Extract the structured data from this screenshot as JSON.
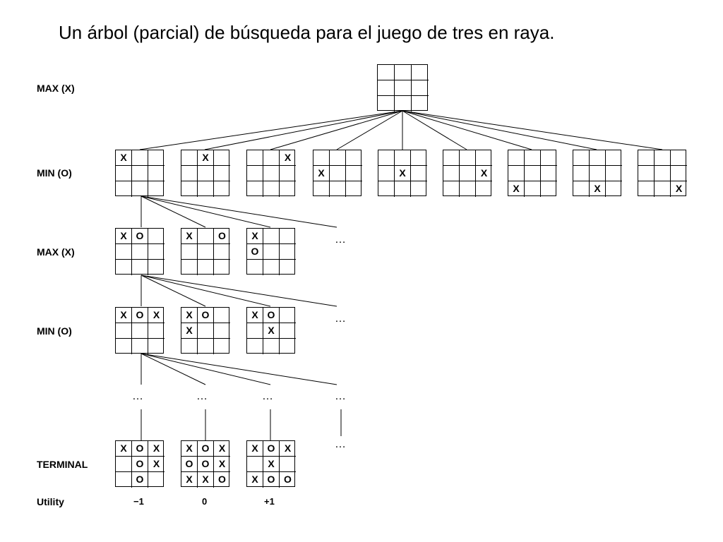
{
  "title": "Un árbol (parcial) de búsqueda para el juego de tres en raya.",
  "levels": [
    "MAX (X)",
    "MIN (O)",
    "MAX (X)",
    "MIN (O)",
    "TERMINAL",
    "Utility"
  ],
  "ellipsis": "…",
  "utilities": [
    "−1",
    "0",
    "+1"
  ],
  "boards": {
    "root": [
      "",
      "",
      "",
      "",
      "",
      "",
      "",
      "",
      ""
    ],
    "min1": [
      [
        "X",
        "",
        "",
        "",
        "",
        "",
        "",
        "",
        ""
      ],
      [
        "",
        "X",
        "",
        "",
        "",
        "",
        "",
        "",
        ""
      ],
      [
        "",
        "",
        "X",
        "",
        "",
        "",
        "",
        "",
        ""
      ],
      [
        "",
        "",
        "",
        "X",
        "",
        "",
        "",
        "",
        ""
      ],
      [
        "",
        "",
        "",
        "",
        "X",
        "",
        "",
        "",
        ""
      ],
      [
        "",
        "",
        "",
        "",
        "",
        "X",
        "",
        "",
        ""
      ],
      [
        "",
        "",
        "",
        "",
        "",
        "",
        "X",
        "",
        ""
      ],
      [
        "",
        "",
        "",
        "",
        "",
        "",
        "",
        "X",
        ""
      ],
      [
        "",
        "",
        "",
        "",
        "",
        "",
        "",
        "",
        "X"
      ]
    ],
    "max2": [
      [
        "X",
        "O",
        "",
        "",
        "",
        "",
        "",
        "",
        ""
      ],
      [
        "X",
        "",
        "O",
        "",
        "",
        "",
        "",
        "",
        ""
      ],
      [
        "X",
        "",
        "",
        "O",
        "",
        "",
        "",
        "",
        ""
      ]
    ],
    "min2": [
      [
        "X",
        "O",
        "X",
        "",
        "",
        "",
        "",
        "",
        ""
      ],
      [
        "X",
        "O",
        "",
        "X",
        "",
        "",
        "",
        "",
        ""
      ],
      [
        "X",
        "O",
        "",
        "",
        "X",
        "",
        "",
        "",
        ""
      ]
    ],
    "terminal": [
      [
        "X",
        "O",
        "X",
        "",
        "O",
        "X",
        "",
        "O",
        ""
      ],
      [
        "X",
        "O",
        "X",
        "O",
        "O",
        "X",
        "X",
        "X",
        "O"
      ],
      [
        "X",
        "O",
        "X",
        "",
        "X",
        "",
        "X",
        "O",
        "O"
      ]
    ]
  }
}
